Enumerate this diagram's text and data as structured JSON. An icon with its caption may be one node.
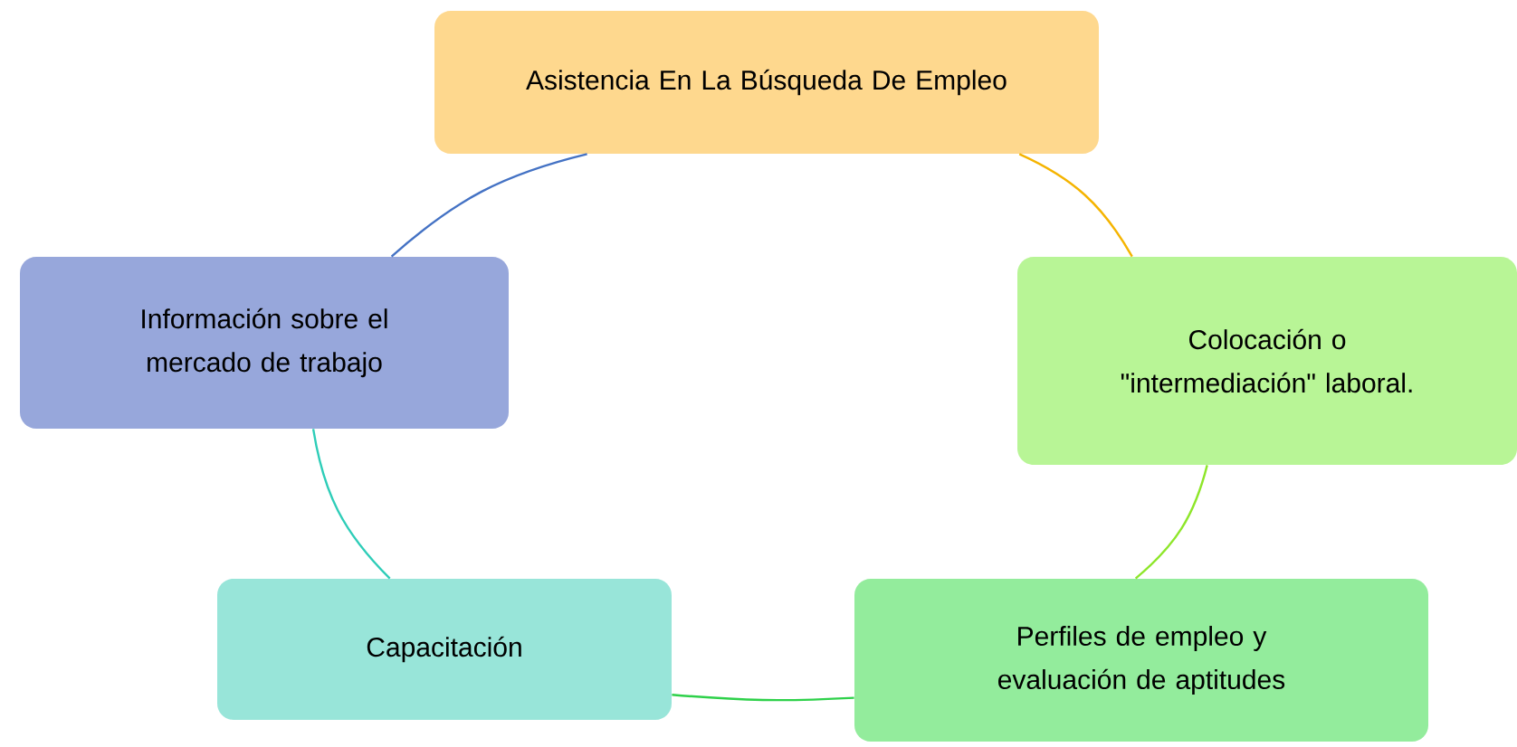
{
  "diagram": {
    "nodes": [
      {
        "text": [
          "Asistencia En La Búsqueda De Empleo"
        ]
      },
      {
        "text": [
          "Colocación o \"intermediación\" laboral."
        ]
      },
      {
        "text": [
          "Perfiles de empleo y evaluación de aptitudes"
        ]
      },
      {
        "text": [
          "Capacitación"
        ]
      },
      {
        "text": [
          "Información sobre el mercado de trabajo"
        ]
      }
    ],
    "edges": [
      {
        "from": 0,
        "to": 1,
        "arrow": "none",
        "color": "#f5b400"
      },
      {
        "from": 1,
        "to": 2,
        "arrow": "none",
        "color": "#8ee62a"
      },
      {
        "from": 2,
        "to": 3,
        "arrow": "none",
        "color": "#2ed14a"
      },
      {
        "from": 3,
        "to": 4,
        "arrow": "none",
        "color": "#2ecdb8"
      },
      {
        "from": 4,
        "to": 0,
        "arrow": "none",
        "color": "#4472c4"
      }
    ]
  }
}
